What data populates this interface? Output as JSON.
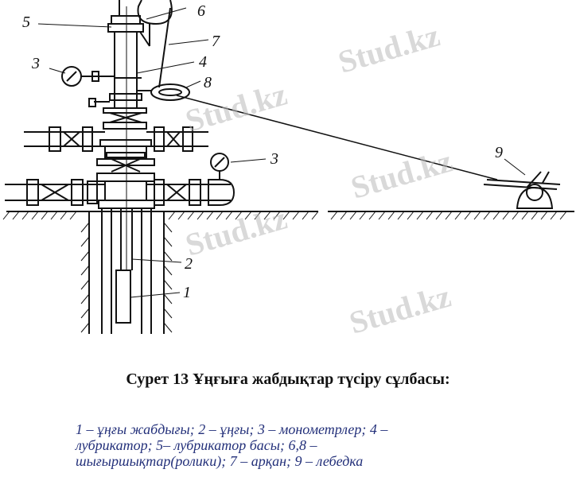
{
  "labels": [
    "5",
    "6",
    "7",
    "3",
    "4",
    "8",
    "3",
    "9",
    "2",
    "1"
  ],
  "watermark": "Stud.kz",
  "caption": "Сурет 13 Ұңғыға жабдықтар түсіру сұлбасы:",
  "legend": [
    "1 – ұңғы жабдығы; 2 – ұңғы; 3 – монометрлер; 4 –",
    "лубрикатор; 5– лубрикатор басы; 6,8 –",
    "шығыршықтар(ролики); 7 – арқан; 9 – лебедка"
  ],
  "colors": {
    "line": "#111111",
    "legend_text": "#23307a",
    "watermark": "#b9b9b9"
  }
}
